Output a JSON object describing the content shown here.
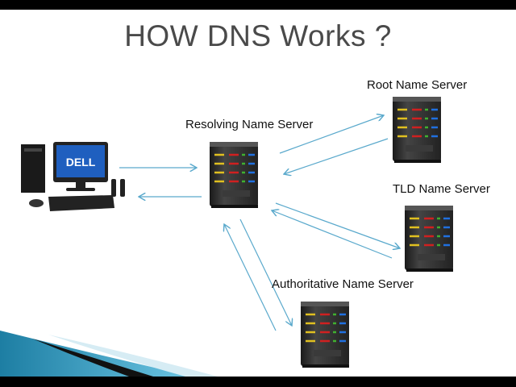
{
  "title": "HOW DNS Works ?",
  "computer": {
    "brand_logo": "DELL"
  },
  "servers": {
    "resolving": "Resolving Name Server",
    "root": "Root Name Server",
    "tld": "TLD Name Server",
    "authoritative": "Authoritative Name Server"
  },
  "colors": {
    "arrow": "#5aa9cc",
    "title": "#4a4a4a",
    "accent": "#2a8db5"
  }
}
